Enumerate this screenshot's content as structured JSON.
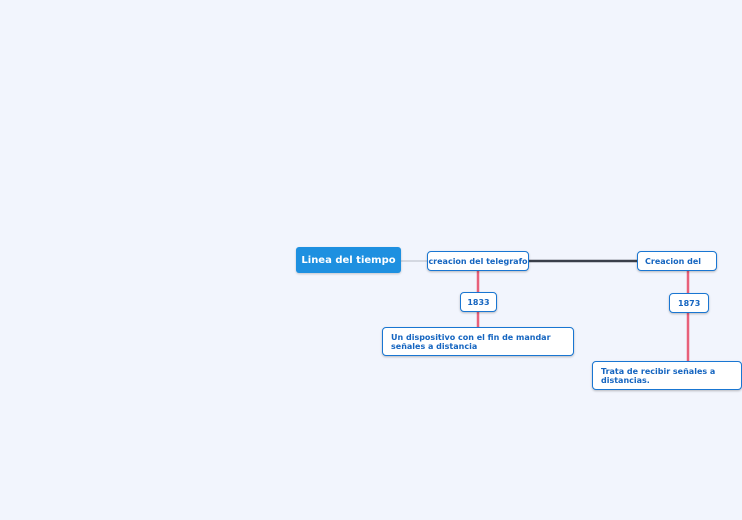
{
  "root": {
    "label": "Linea del tiempo"
  },
  "branches": [
    {
      "title": "creacion del telegrafo",
      "year": "1833",
      "description": "Un dispositivo con el fin de mandar señales a distancia"
    },
    {
      "title": "Creacion del",
      "year": "1873",
      "description": "Trata de recibir señales a distancias."
    }
  ],
  "colors": {
    "background": "#f2f5fd",
    "root_fill": "#1e90e0",
    "node_border": "#1976d2",
    "node_text": "#1565c0",
    "main_line": "#3a3f4a",
    "branch_line": "#e8607a",
    "root_link": "#c9ced8"
  }
}
